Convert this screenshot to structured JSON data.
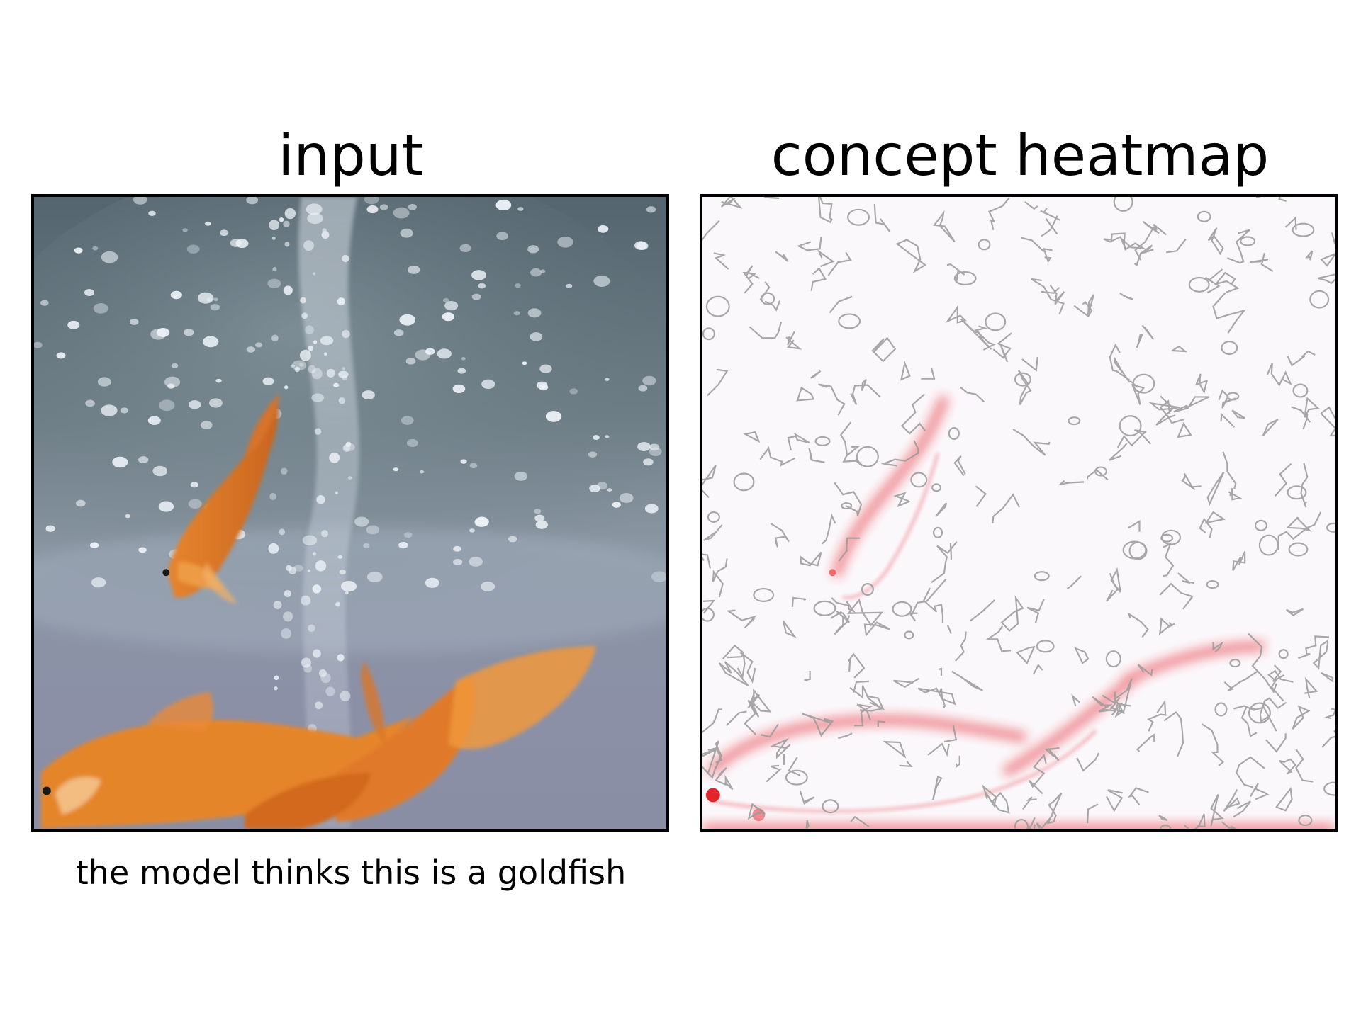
{
  "panels": {
    "input": {
      "title": "input"
    },
    "heatmap": {
      "title": "concept heatmap"
    }
  },
  "caption": "the model thinks this is a goldfish",
  "colors": {
    "water_top": "#5d6f7c",
    "water_mid": "#7d8a96",
    "water_bottom": "#8b90a8",
    "goldfish": "#e07a2a",
    "goldfish_light": "#f0a24c",
    "bubble": "#e8eef4",
    "heat_line": "#9a9a9a",
    "heat_red": "#e4242c",
    "heat_bg": "#fbf8fb"
  },
  "icons": [
    "goldfish-image",
    "concept-heatmap-image"
  ]
}
